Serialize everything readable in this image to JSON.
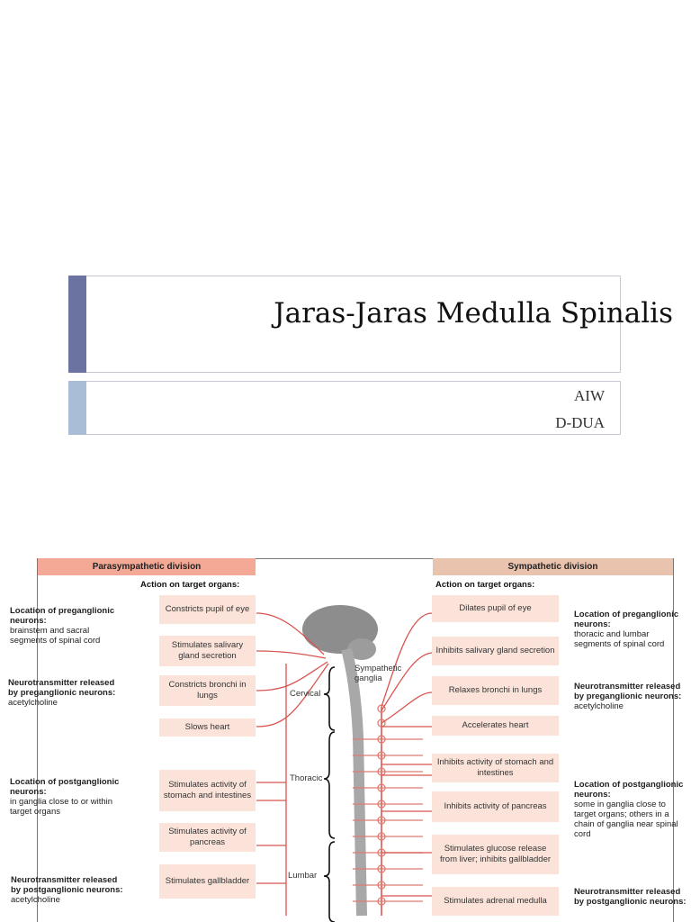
{
  "title": "Jaras-Jaras Medulla Spinalis",
  "subtitle": [
    "AIW",
    "D-DUA"
  ],
  "diagram": {
    "parasympathetic_header": "Parasympathetic division",
    "sympathetic_header": "Sympathetic division",
    "action_label_left": "Action on target organs:",
    "action_label_right": "Action on target organs:",
    "para_boxes": [
      "Constricts pupil of eye",
      "Stimulates salivary gland secretion",
      "Constricts bronchi in lungs",
      "Slows heart",
      "Stimulates activity of stomach and intestines",
      "Stimulates activity of pancreas",
      "Stimulates gallbladder"
    ],
    "symp_boxes": [
      "Dilates pupil of eye",
      "Inhibits salivary gland secretion",
      "Relaxes bronchi in lungs",
      "Accelerates heart",
      "Inhibits activity of stomach and intestines",
      "Inhibits activity of pancreas",
      "Stimulates glucose release from liver; inhibits gallbladder",
      "Stimulates adrenal medulla"
    ],
    "left_notes": [
      {
        "head": "Location of preganglionic neurons:",
        "body": "brainstem and sacral segments of spinal cord"
      },
      {
        "head": "Neurotransmitter released by preganglionic neurons:",
        "body": "acetylcholine"
      },
      {
        "head": "Location of postganglionic neurons:",
        "body": "in ganglia close to or within target organs"
      },
      {
        "head": "Neurotransmitter released by postganglionic neurons:",
        "body": "acetylcholine"
      }
    ],
    "right_notes": [
      {
        "head": "Location of preganglionic neurons:",
        "body": "thoracic and lumbar segments of spinal cord"
      },
      {
        "head": "Neurotransmitter released by preganglionic neurons:",
        "body": "acetylcholine"
      },
      {
        "head": "Location of postganglionic neurons:",
        "body": "some in ganglia close to target organs; others in a chain of ganglia near spinal cord"
      },
      {
        "head": "Neurotransmitter released by postganglionic neurons:",
        "body": ""
      }
    ],
    "regions": [
      "Cervical",
      "Thoracic",
      "Lumbar"
    ],
    "ganglia_label": "Sympathetic ganglia",
    "colors": {
      "para_header": "#f4a896",
      "symp_header": "#e9c3ae",
      "box": "#fbe3da",
      "nerve": "#d9534f",
      "cord": "#9a9a9a"
    }
  }
}
